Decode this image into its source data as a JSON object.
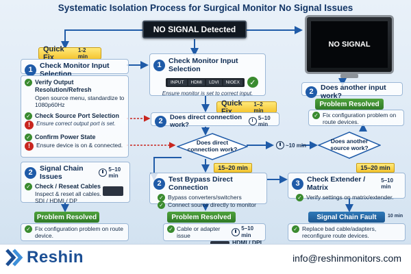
{
  "title": "Systematic Isolation Process for Surgical Monitor No Signal Issues",
  "start": {
    "label": "NO SIGNAL Detected"
  },
  "monitor": {
    "screen_text": "NO SIGNAL"
  },
  "left_col": {
    "quick_fix": {
      "label": "Quick Fix",
      "time": "1-2 min"
    },
    "step1": {
      "num": "1",
      "label": "Check Monitor Input Selection"
    },
    "items": [
      {
        "title": "Verify Output Resolution/Refresh",
        "desc": "Open source menu, standardize to 1080p60Hz"
      },
      {
        "title": "Check Source Port Selection",
        "desc": "Ensure correct output port is set."
      },
      {
        "title": "Confirm Power State",
        "desc": "Ensure device is on & connected."
      }
    ],
    "step2": {
      "num": "2",
      "label": "Signal Chain Issues",
      "time": "5–10 min"
    },
    "check_cables": {
      "title": "Check / Reseat Cables",
      "desc": "Inspect & reset all cables. SDI / HDMI / DP"
    },
    "resolved": {
      "label": "Problem Resolved",
      "desc": "Fix configuration problem on route device."
    }
  },
  "center": {
    "step1": {
      "num": "1",
      "label": "Check Monitor Input Selection"
    },
    "ports": [
      "INPUT",
      "HDMI",
      "LDVI",
      "NIOEX"
    ],
    "note": "Ensure monitor is set to correct input.",
    "quick_fix": {
      "label": "Quick Fix",
      "time": "1–2 min"
    },
    "direct": {
      "num": "2",
      "label": "Does direct connection work?",
      "time": "5–10 min"
    },
    "diamond": "Does direct connection work?",
    "time_badge": "15–20 min",
    "step2": {
      "num": "2",
      "label": "Test Bypass Direct Connection"
    },
    "items": [
      "Bypass converters/switchers",
      "Connect source directly to monitor"
    ],
    "resolved": {
      "label": "Problem Resolved",
      "item": "Cable or adapter issue",
      "time": "5–10 min",
      "ports": "HDMI / DPI"
    }
  },
  "mid_link": {
    "time": "~10 min"
  },
  "right_col": {
    "q2": {
      "num": "2",
      "label": "Does another input work?"
    },
    "resolved": {
      "label": "Problem Resolved",
      "desc": "Fix configuration problem on route devices."
    },
    "diamond": "Does another source work?",
    "time_badge": "15–20 min",
    "step3": {
      "num": "3",
      "label": "Check Extender / Matrix",
      "time": "5–10 min"
    },
    "item": "Verify settings on matrix/extender.",
    "fault": {
      "label": "Signal Chain Fault",
      "time": "10 min",
      "desc": "Replace bad cable/adapters, reconfigure route devices."
    }
  },
  "footer": {
    "brand": "Reshin",
    "email": "info@reshinmonitors.com"
  },
  "colors": {
    "accent": "#1f5ba8",
    "quickfix": "#f5c531",
    "resolved": "#3a8b2f",
    "warn": "#c8261f"
  }
}
